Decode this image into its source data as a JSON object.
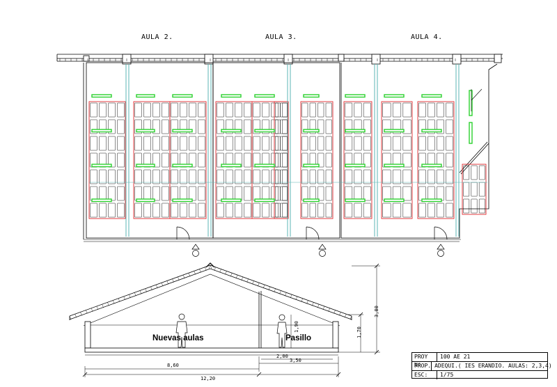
{
  "plan": {
    "aulas": [
      {
        "label": "AULA 2."
      },
      {
        "label": "AULA 3."
      },
      {
        "label": "AULA 4."
      }
    ]
  },
  "section": {
    "label_left": "Nuevas aulas",
    "label_right": "Pasillo",
    "dims": {
      "total_width": "12,20",
      "left_width": "8,60",
      "right_width": "3,50",
      "corridor_width": "2,00",
      "ridge_height": "3,80",
      "wall_height": "1,70",
      "person_height": "1,90"
    }
  },
  "title_block": {
    "rows": [
      {
        "key": "PROY Nº",
        "value": "100 AE 21"
      },
      {
        "key": "PROP.",
        "value": "ADEQUI.( IES ERANDIO. AULAS: 2,3,4)"
      },
      {
        "key": "ESC:",
        "value": "1/75"
      }
    ]
  },
  "colors": {
    "line": "#000000",
    "ceiling_grid": "#e0282d",
    "luminaire": "#2bd12e",
    "duct": "#5bb6b4"
  }
}
